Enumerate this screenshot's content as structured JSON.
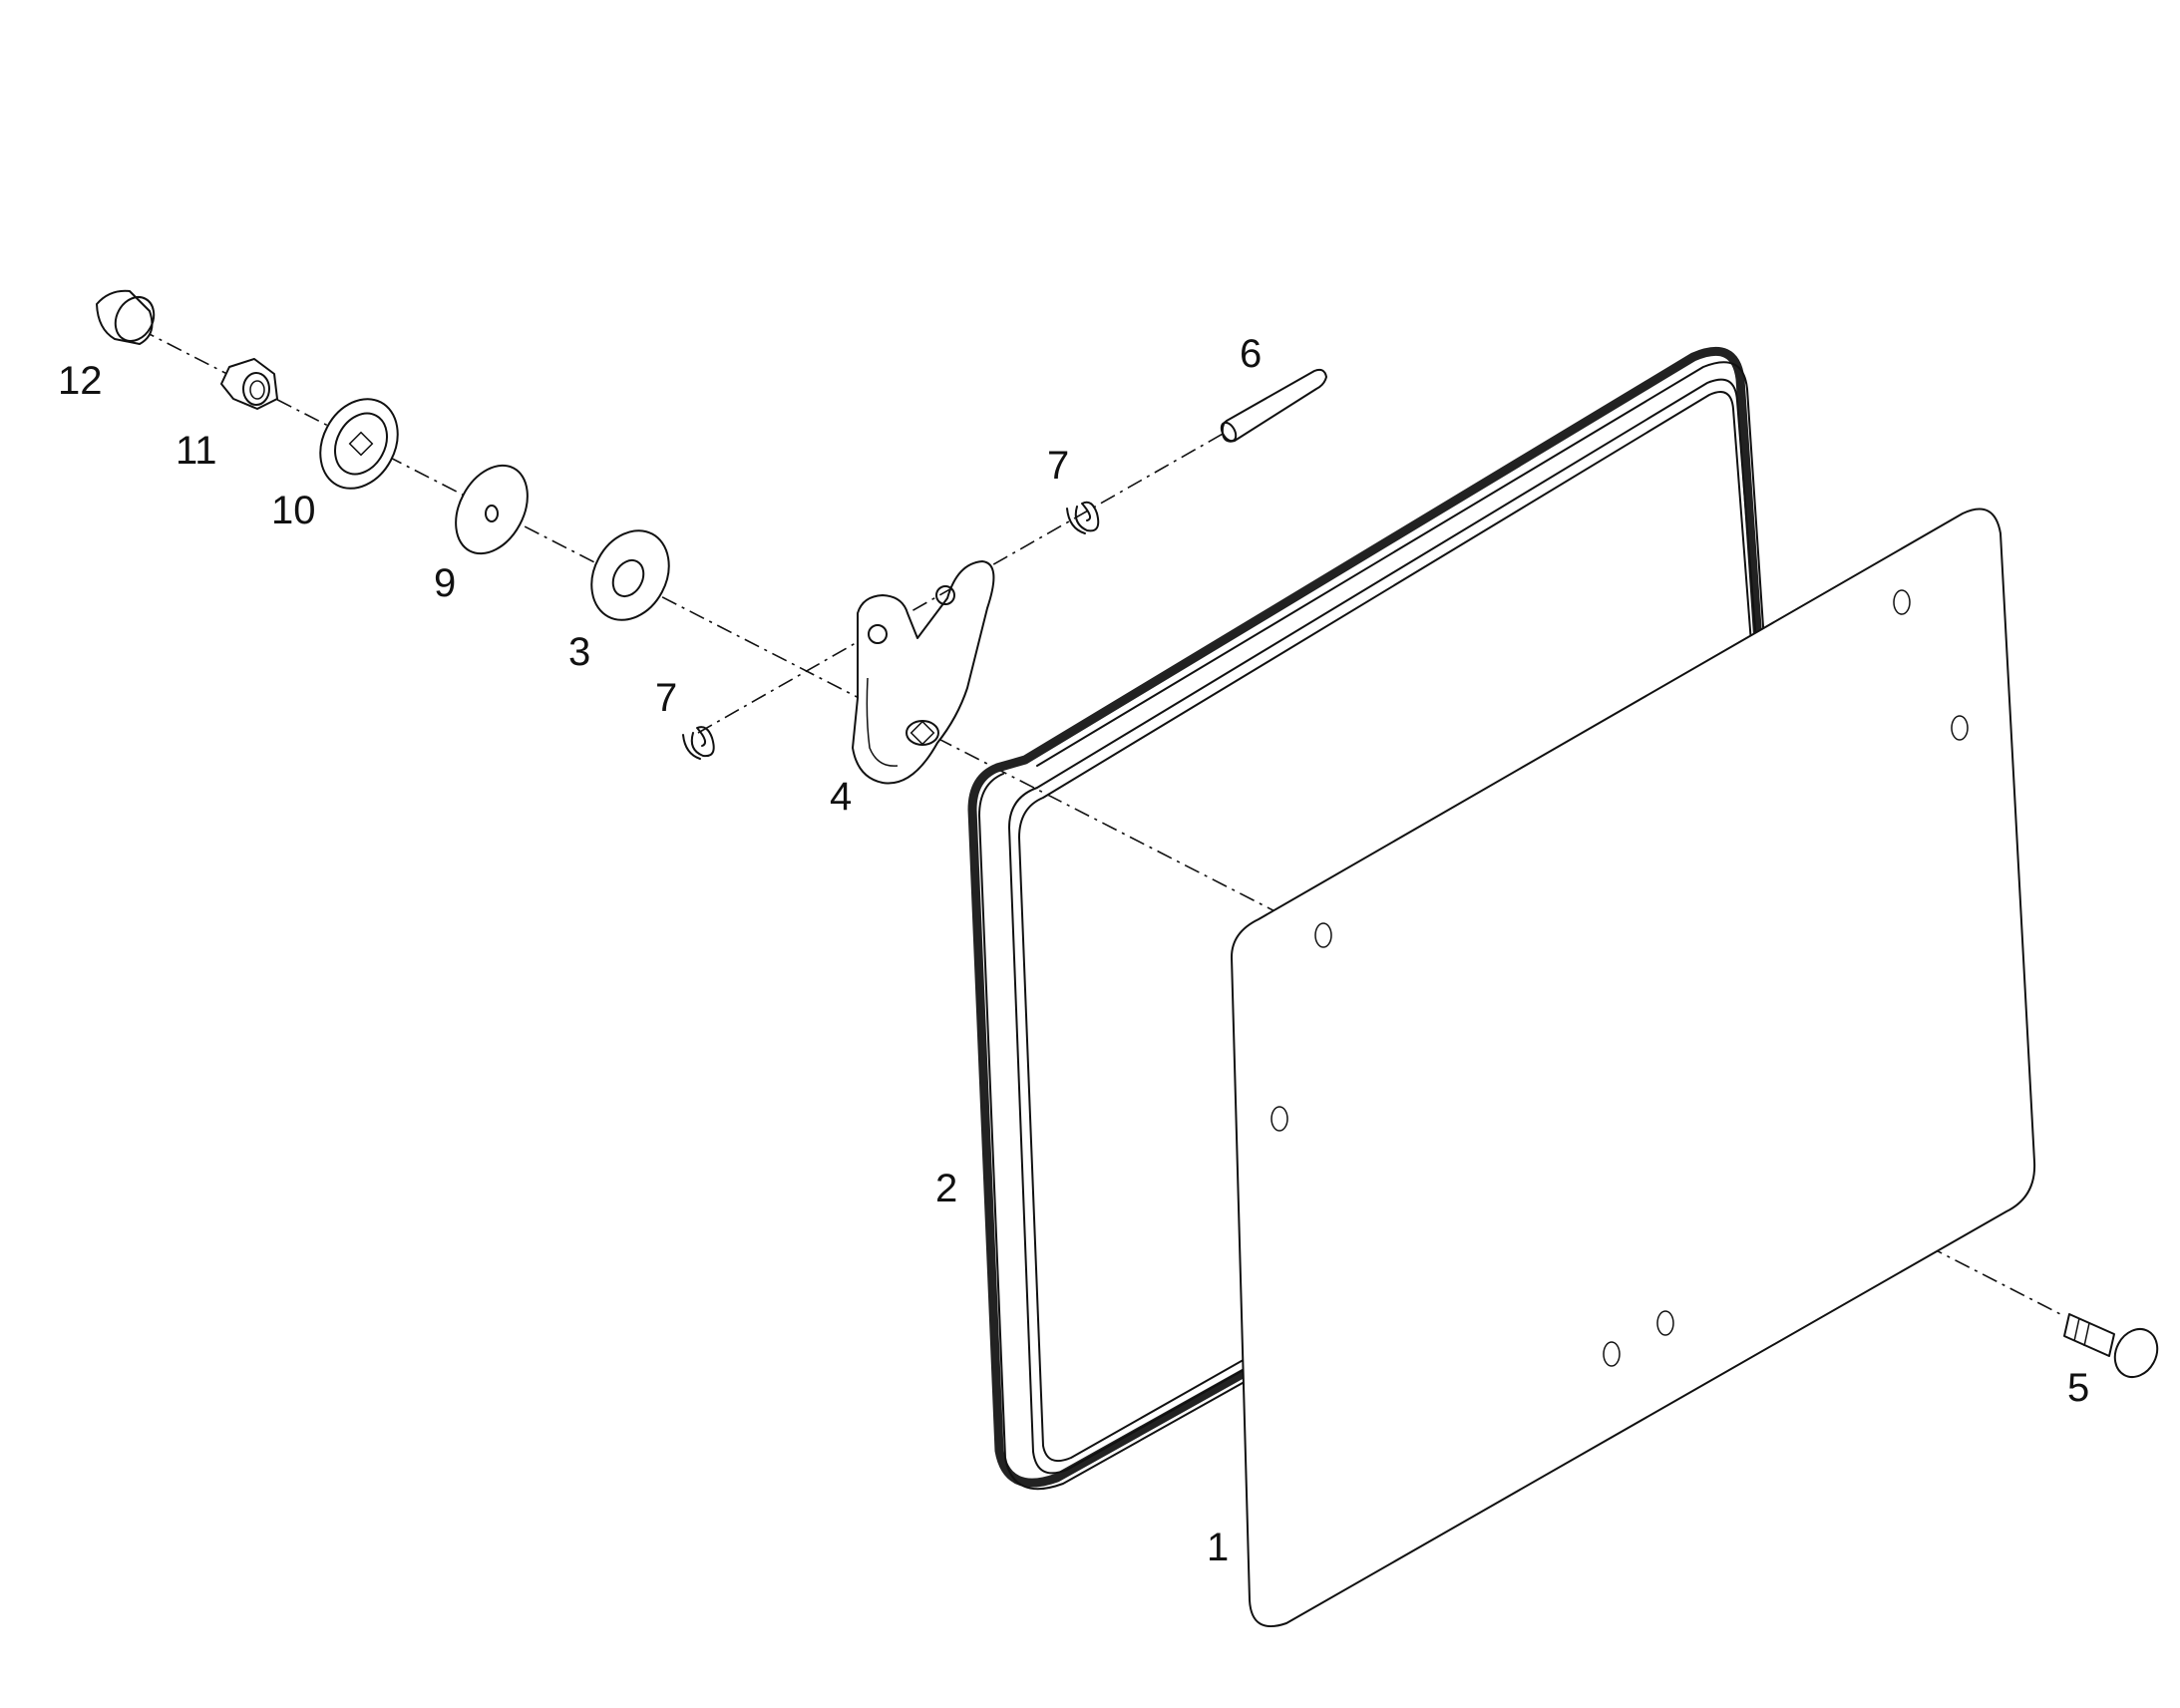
{
  "callouts": [
    {
      "id": "1",
      "text": "1"
    },
    {
      "id": "2",
      "text": "2"
    },
    {
      "id": "3",
      "text": "3"
    },
    {
      "id": "4",
      "text": "4"
    },
    {
      "id": "5",
      "text": "5"
    },
    {
      "id": "6",
      "text": "6"
    },
    {
      "id": "7a",
      "text": "7"
    },
    {
      "id": "7b",
      "text": "7"
    },
    {
      "id": "9",
      "text": "9"
    },
    {
      "id": "10",
      "text": "10"
    },
    {
      "id": "11",
      "text": "11"
    },
    {
      "id": "12",
      "text": "12"
    }
  ],
  "colors": {
    "line": "#111111",
    "background": "#ffffff"
  }
}
